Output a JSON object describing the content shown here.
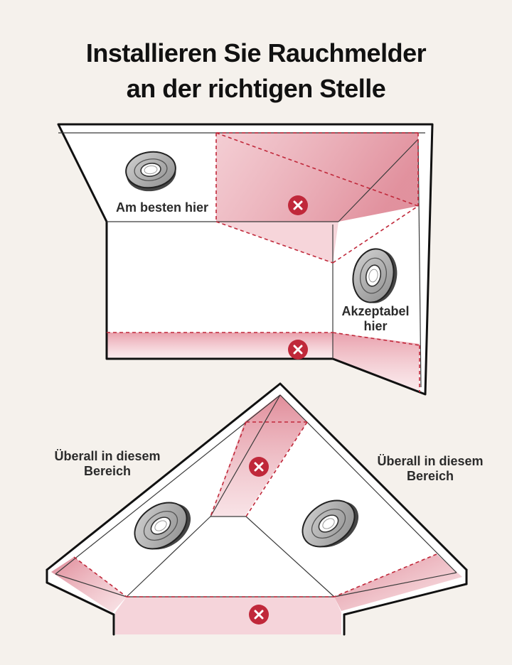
{
  "title": {
    "line1": "Installieren Sie Rauchmelder",
    "line2": "an der richtigen Stelle"
  },
  "labels": {
    "best": "Am besten hier",
    "acceptable_line1": "Akzeptabel",
    "acceptable_line2": "hier",
    "anywhere_left_line1": "Überall in diesem",
    "anywhere_left_line2": "Bereich",
    "anywhere_right_line1": "Überall in diesem",
    "anywhere_right_line2": "Bereich"
  },
  "icons": {
    "no_zone": "x-circle-icon",
    "detector": "smoke-detector-icon"
  },
  "colors": {
    "background": "#f5f1ec",
    "outline": "#111111",
    "zone_fill": "#e9a3ae",
    "zone_line": "#c0283a",
    "x_badge": "#c0283a"
  }
}
